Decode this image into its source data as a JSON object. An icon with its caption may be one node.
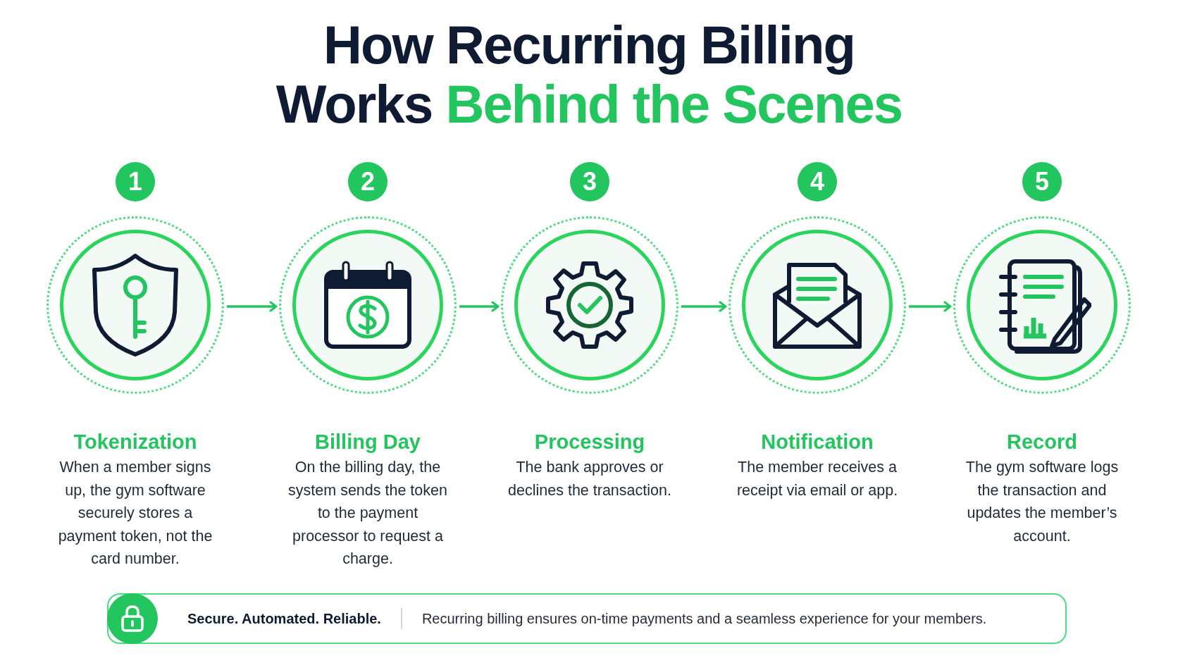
{
  "diagram": {
    "title": "How Recurring Billing Works *Behind the Scenes*",
    "nodes": [
      {
        "text": [
          "Tokenization",
          "When a member signs up, the gym software securely stores a payment token, not the card number."
        ],
        "beside": [
          "1"
        ]
      },
      {
        "text": [
          "Billing Day",
          "On the billing day, the system sends the token to the payment processor to request a charge."
        ],
        "beside": [
          "2"
        ]
      },
      {
        "text": [
          "Processing",
          "The bank approves or declines the transaction."
        ],
        "beside": [
          "3"
        ]
      },
      {
        "text": [
          "Notification",
          "The member receives a receipt via email or app."
        ],
        "beside": [
          "4"
        ]
      },
      {
        "text": [
          "Record",
          "The gym software logs the transaction and updates the member’s account."
        ],
        "beside": [
          "5"
        ]
      },
      {
        "text": [
          "Secure. Automated. Reliable.",
          "Recurring billing ensures on-time payments and a seamless experience for your members."
        ]
      }
    ],
    "edges": [
      {
        "from": 0,
        "to": 1,
        "arrow": "to"
      },
      {
        "from": 1,
        "to": 2,
        "arrow": "to"
      },
      {
        "from": 2,
        "to": 3,
        "arrow": "to"
      },
      {
        "from": 3,
        "to": 4,
        "arrow": "to"
      }
    ]
  }
}
